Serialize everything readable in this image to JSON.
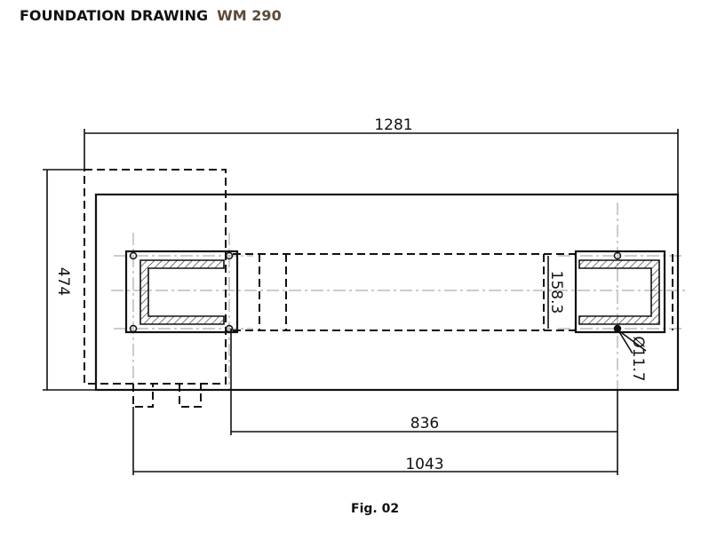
{
  "header": {
    "title": "FOUNDATION DRAWING",
    "model": "WM 290"
  },
  "caption": "Fig. 02",
  "dimensions": {
    "overall_length": "1281",
    "overall_width": "474",
    "profile_height": "158.3",
    "hole_diameter": "Ø11.7",
    "inner_span": "836",
    "outer_span": "1043"
  },
  "colors": {
    "line": "#111111",
    "centerline": "#9a9a9a",
    "hatch": "#333333"
  }
}
